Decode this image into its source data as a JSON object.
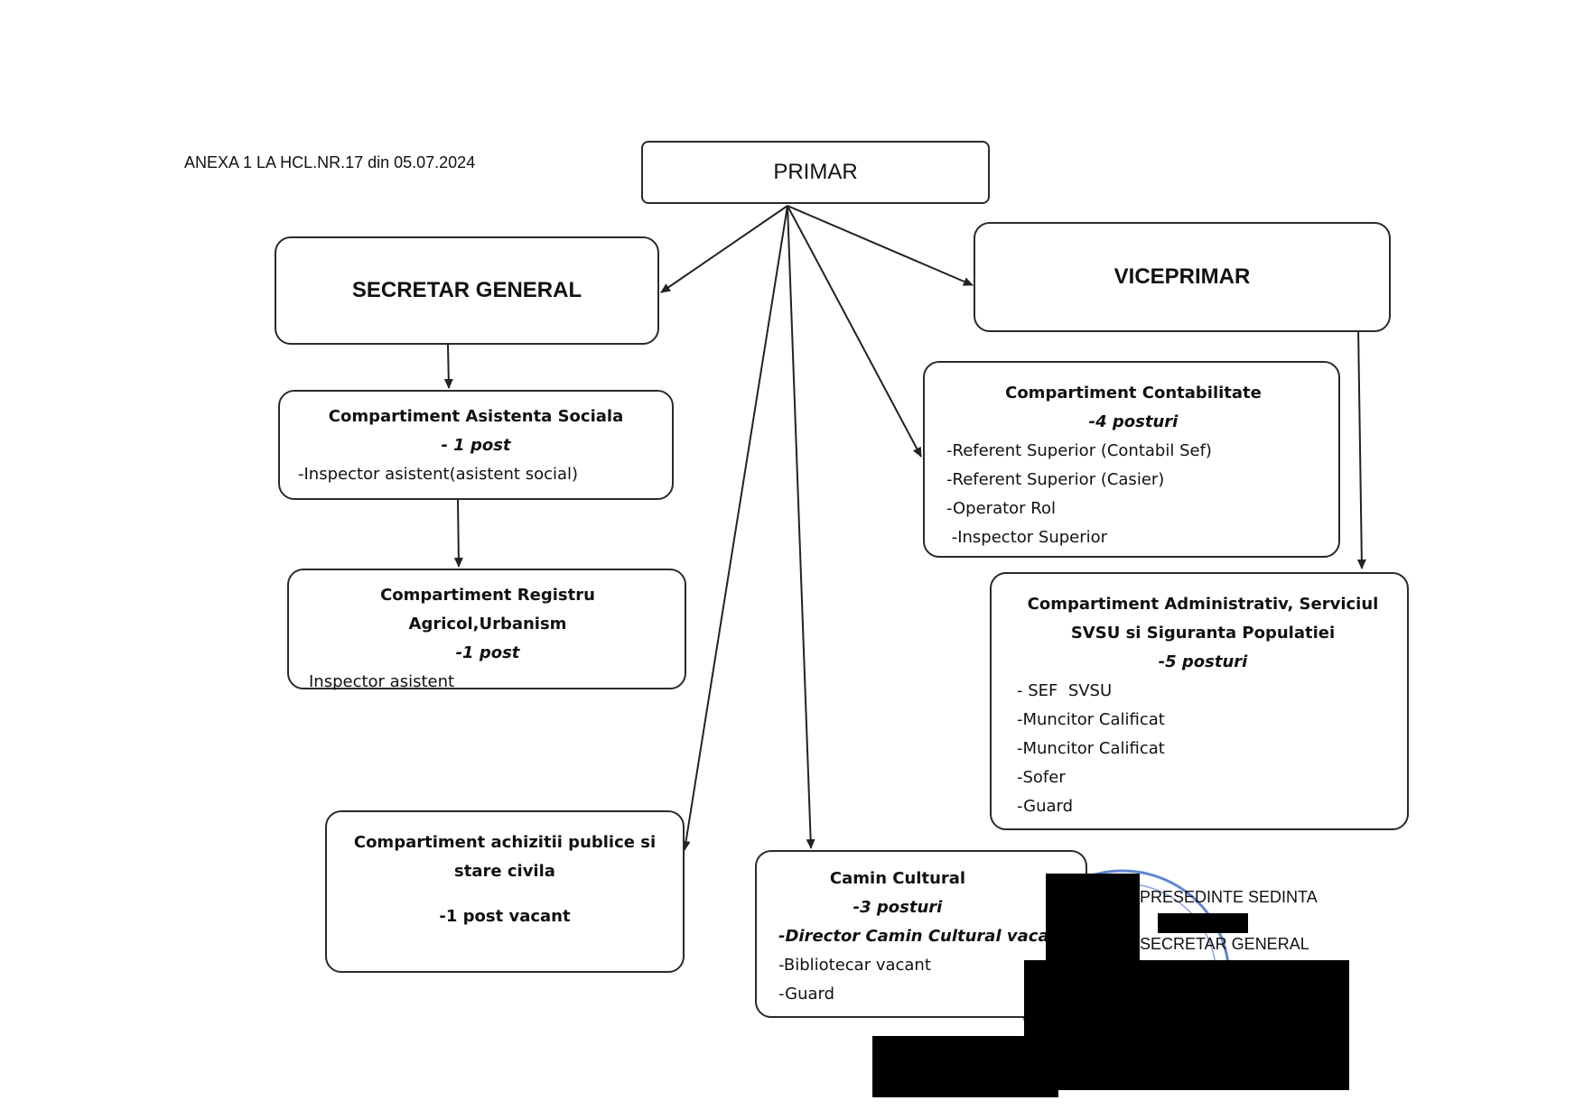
{
  "annex": "ANEXA 1 LA HCL.NR.17 din 05.07.2024",
  "primar": "PRIMAR",
  "secretar": "SECRETAR GENERAL",
  "viceprimar": "VICEPRIMAR",
  "asistenta": {
    "title": "Compartiment Asistenta Sociala",
    "count": "- 1 post",
    "items": [
      "-Inspector asistent(asistent social)"
    ]
  },
  "registru": {
    "title": "Compartiment Registru Agricol,Urbanism",
    "count": "-1 post",
    "items": [
      "Inspector asistent"
    ]
  },
  "achizitii": {
    "title_line1": "Compartiment achizitii publice si",
    "title_line2": "stare civila",
    "count": "-1 post vacant"
  },
  "camin": {
    "title": "Camin Cultural",
    "count": "-3 posturi",
    "director": "-Director Camin Cultural vacant",
    "items": [
      "-Bibliotecar vacant",
      "-Guard"
    ]
  },
  "contabilitate": {
    "title": "Compartiment Contabilitate",
    "count": "-4  posturi",
    "items": [
      "-Referent Superior (Contabil Sef)",
      "-Referent Superior (Casier)",
      "-Operator Rol",
      " -Inspector Superior"
    ]
  },
  "administrativ": {
    "title_line1": "Compartiment Administrativ, Serviciul",
    "title_line2": "SVSU si Siguranta Populatiei",
    "count": "-5 posturi",
    "items": [
      "- SEF  SVSU",
      "-Muncitor Calificat",
      "-Muncitor Calificat",
      "-Sofer",
      "-Guard"
    ]
  },
  "signatures": {
    "presedinte": "PRESEDINTE SEDINTA",
    "secretar": "SECRETAR GENERAL"
  },
  "colors": {
    "stamp": "#3a66c4",
    "ink": "#2a2a2a"
  }
}
